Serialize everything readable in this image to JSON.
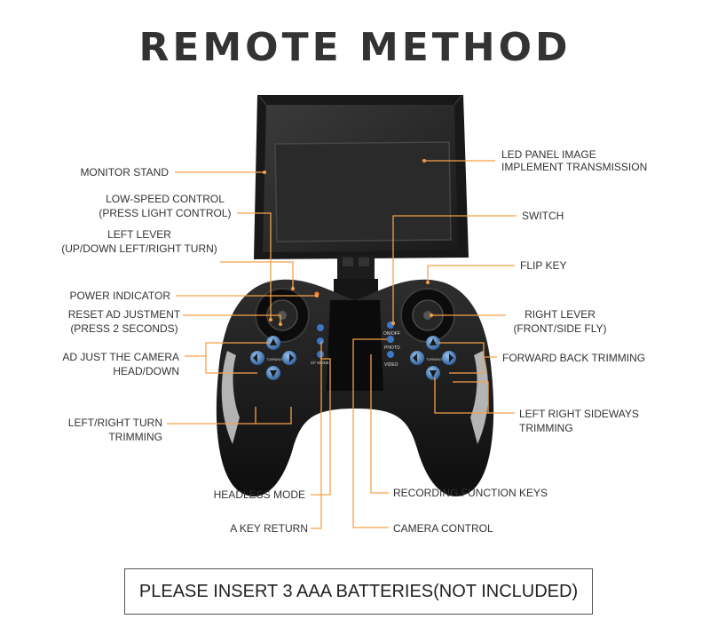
{
  "title": "REMOTE METHOD",
  "accent_color": "#f5a04a",
  "labels": {
    "monitor_stand": "MONITOR STAND",
    "low_speed_1": "LOW-SPEED CONTROL",
    "low_speed_2": "(PRESS LIGHT CONTROL)",
    "left_lever_1": "LEFT LEVER",
    "left_lever_2": "(UP/DOWN LEFT/RIGHT TURN)",
    "power_indicator": "POWER INDICATOR",
    "reset_1": "RESET AD JUSTMENT",
    "reset_2": "(PRESS 2 SECONDS)",
    "camera_adj_1": "AD JUST THE CAMERA",
    "camera_adj_2": "HEAD/DOWN",
    "turn_trim_1": "LEFT/RIGHT TURN",
    "turn_trim_2": "TRIMMING",
    "headless_mode": "HEADLESS MODE",
    "key_return": "A KEY RETURN",
    "led_panel_1": "LED PANEL IMAGE",
    "led_panel_2": "IMPLEMENT TRANSMISSION",
    "switch": "SWITCH",
    "flip_key": "FLIP KEY",
    "right_lever_1": "RIGHT LEVER",
    "right_lever_2": "(FRONT/SIDE FLY)",
    "fb_trim": "FORWARD BACK TRIMMING",
    "lr_side_1": "LEFT RIGHT SIDEWAYS",
    "lr_side_2": "TRIMMING",
    "recording": "RECORDING FUNCTION KEYS",
    "camera_control": "CAMERA CONTROL"
  },
  "controller_text": {
    "on_off": "ON/OFF",
    "photo": "PHOTO",
    "video": "VIDEO",
    "turning_left": "TURNING",
    "turning_right": "TURNING",
    "cf_mode": "CF MODE"
  },
  "notice": "PLEASE INSERT 3 AAA BATTERIES(NOT INCLUDED)"
}
